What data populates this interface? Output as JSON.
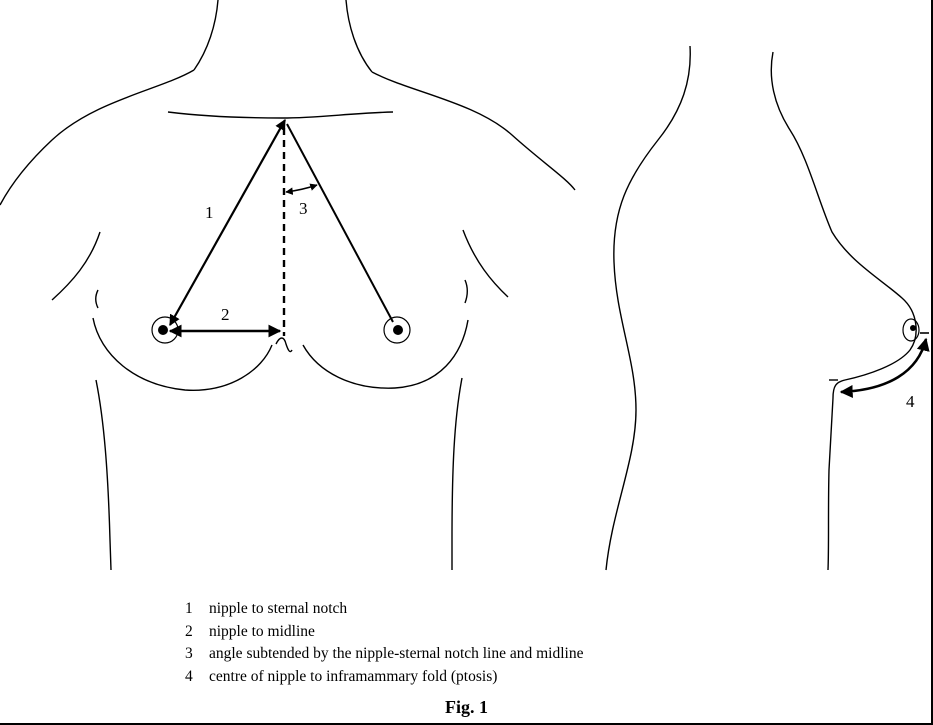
{
  "figure": {
    "caption": "Fig. 1",
    "markers": {
      "m1": "1",
      "m2": "2",
      "m3": "3",
      "m4": "4"
    },
    "legend": [
      {
        "num": "1",
        "text": "nipple to sternal notch"
      },
      {
        "num": "2",
        "text": "nipple to midline"
      },
      {
        "num": "3",
        "text": "angle subtended by the nipple-sternal notch line and midline"
      },
      {
        "num": "4",
        "text": "centre of nipple to inframammary fold (ptosis)"
      }
    ]
  }
}
